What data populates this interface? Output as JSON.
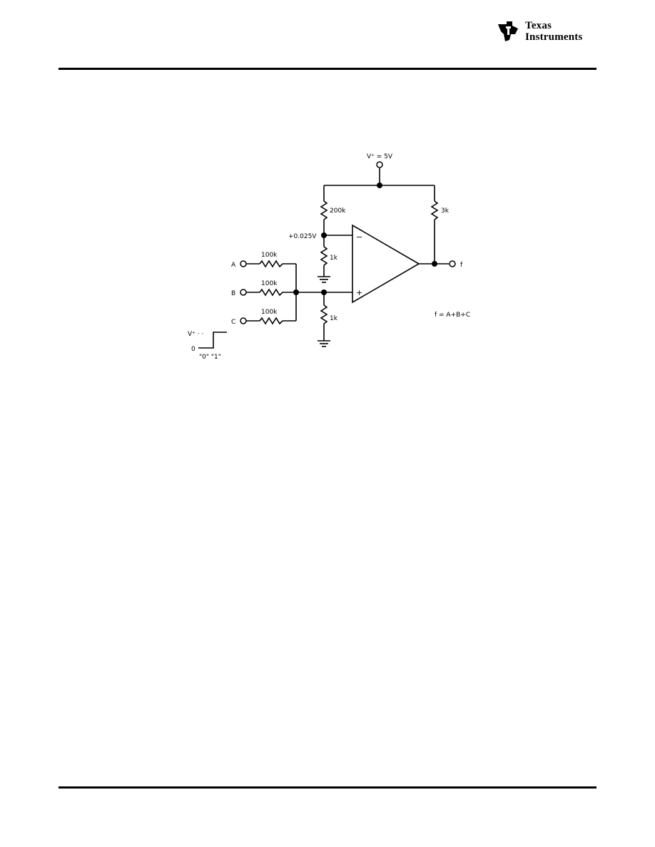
{
  "header": {
    "logo_line1": "Texas",
    "logo_line2": "Instruments"
  },
  "schematic": {
    "supply_label": "V⁺ = 5V",
    "r_feedback": "200k",
    "r_pullup": "3k",
    "ref_voltage": "+0.025V",
    "r_ref_ground": "1k",
    "r_bias_ground": "1k",
    "input_a": "A",
    "input_b": "B",
    "input_c": "C",
    "r_input_a": "100k",
    "r_input_b": "100k",
    "r_input_c": "100k",
    "output_label": "f",
    "equation": "f = A+B+C",
    "opamp_minus": "−",
    "opamp_plus": "+",
    "legend_high": "V⁺ · ·",
    "legend_low": "0",
    "legend_states": "\"0\" \"1\""
  }
}
